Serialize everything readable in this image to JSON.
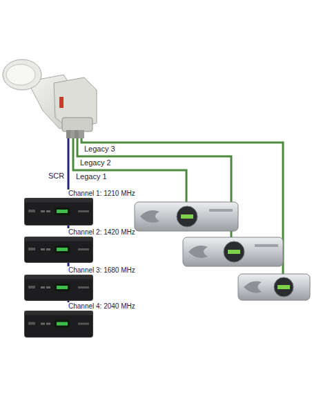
{
  "diagram": {
    "nodes": [
      {
        "text": [
          "Channel 1: 1210 MHz"
        ]
      },
      {
        "text": [
          "Channel 2: 1420 MHz"
        ]
      },
      {
        "text": [
          "Channel 3: 1680 MHz"
        ]
      },
      {
        "text": [
          "Channel 4: 2040 MHz"
        ]
      }
    ],
    "edges": [
      {
        "from": 0,
        "to": 1,
        "arrow": "none"
      },
      {
        "from": 1,
        "to": 2,
        "arrow": "none"
      },
      {
        "from": 2,
        "to": 3,
        "arrow": "none"
      }
    ],
    "labels": [
      "SCR",
      "Legacy 1",
      "Legacy 2",
      "Legacy 3"
    ]
  }
}
